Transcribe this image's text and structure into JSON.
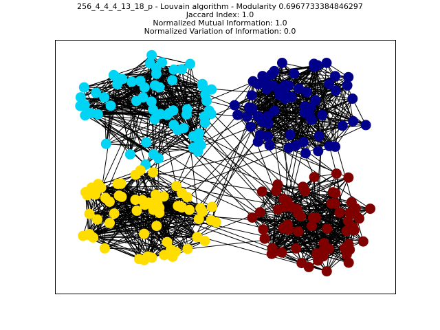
{
  "title": {
    "line1": "256_4_4_4_13_18_p - Louvain algorithm - Modularity 0.6967733384846297",
    "line2": "Jaccard Index: 1.0",
    "line3": "Normalized Mutual Information: 1.0",
    "line4": "Normalized Variation of Information: 0.0"
  },
  "graph": {
    "node_count": 256,
    "community_count": 4,
    "communities": [
      {
        "color": "#00d4f5",
        "nodes": 64
      },
      {
        "color": "#00008b",
        "nodes": 64
      },
      {
        "color": "#ffdd00",
        "nodes": 64
      },
      {
        "color": "#800000",
        "nodes": 64
      }
    ],
    "edge_color": "#000000"
  }
}
